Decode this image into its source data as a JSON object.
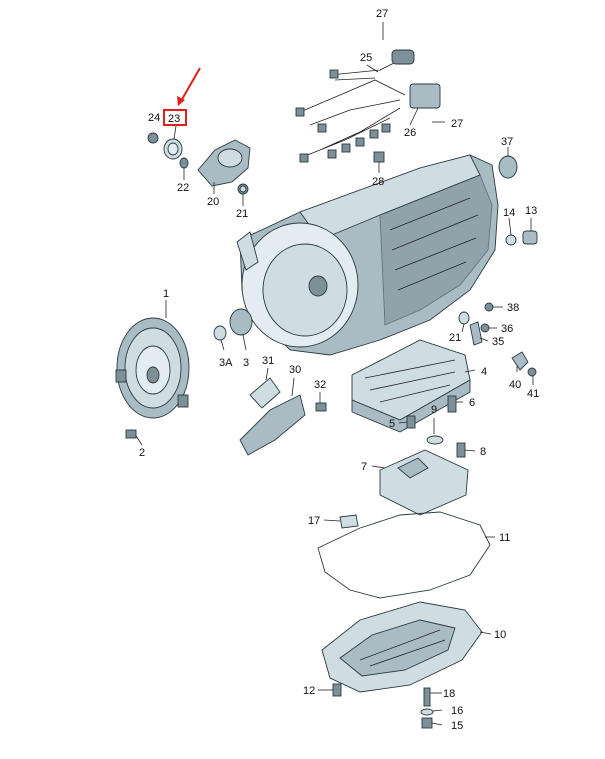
{
  "highlight": {
    "label": "23",
    "box_color": "#e0201b",
    "arrow_color": "#e0201b"
  },
  "labels": {
    "p27a": "27",
    "p25": "25",
    "p26": "26",
    "p27b": "27",
    "p28": "28",
    "p24": "24",
    "p23": "23",
    "p22": "22",
    "p20": "20",
    "p21a": "21",
    "p37": "37",
    "p14": "14",
    "p13": "13",
    "p38": "38",
    "p21b": "21",
    "p36": "36",
    "p35": "35",
    "p1": "1",
    "p3A": "3A",
    "p3": "3",
    "p31": "31",
    "p30": "30",
    "p32": "32",
    "p4": "4",
    "p40": "40",
    "p41": "41",
    "p9": "9",
    "p6": "6",
    "p5": "5",
    "p8": "8",
    "p2": "2",
    "p7": "7",
    "p17": "17",
    "p11": "11",
    "p10": "10",
    "p12": "12",
    "p18": "18",
    "p16": "16",
    "p15": "15"
  }
}
